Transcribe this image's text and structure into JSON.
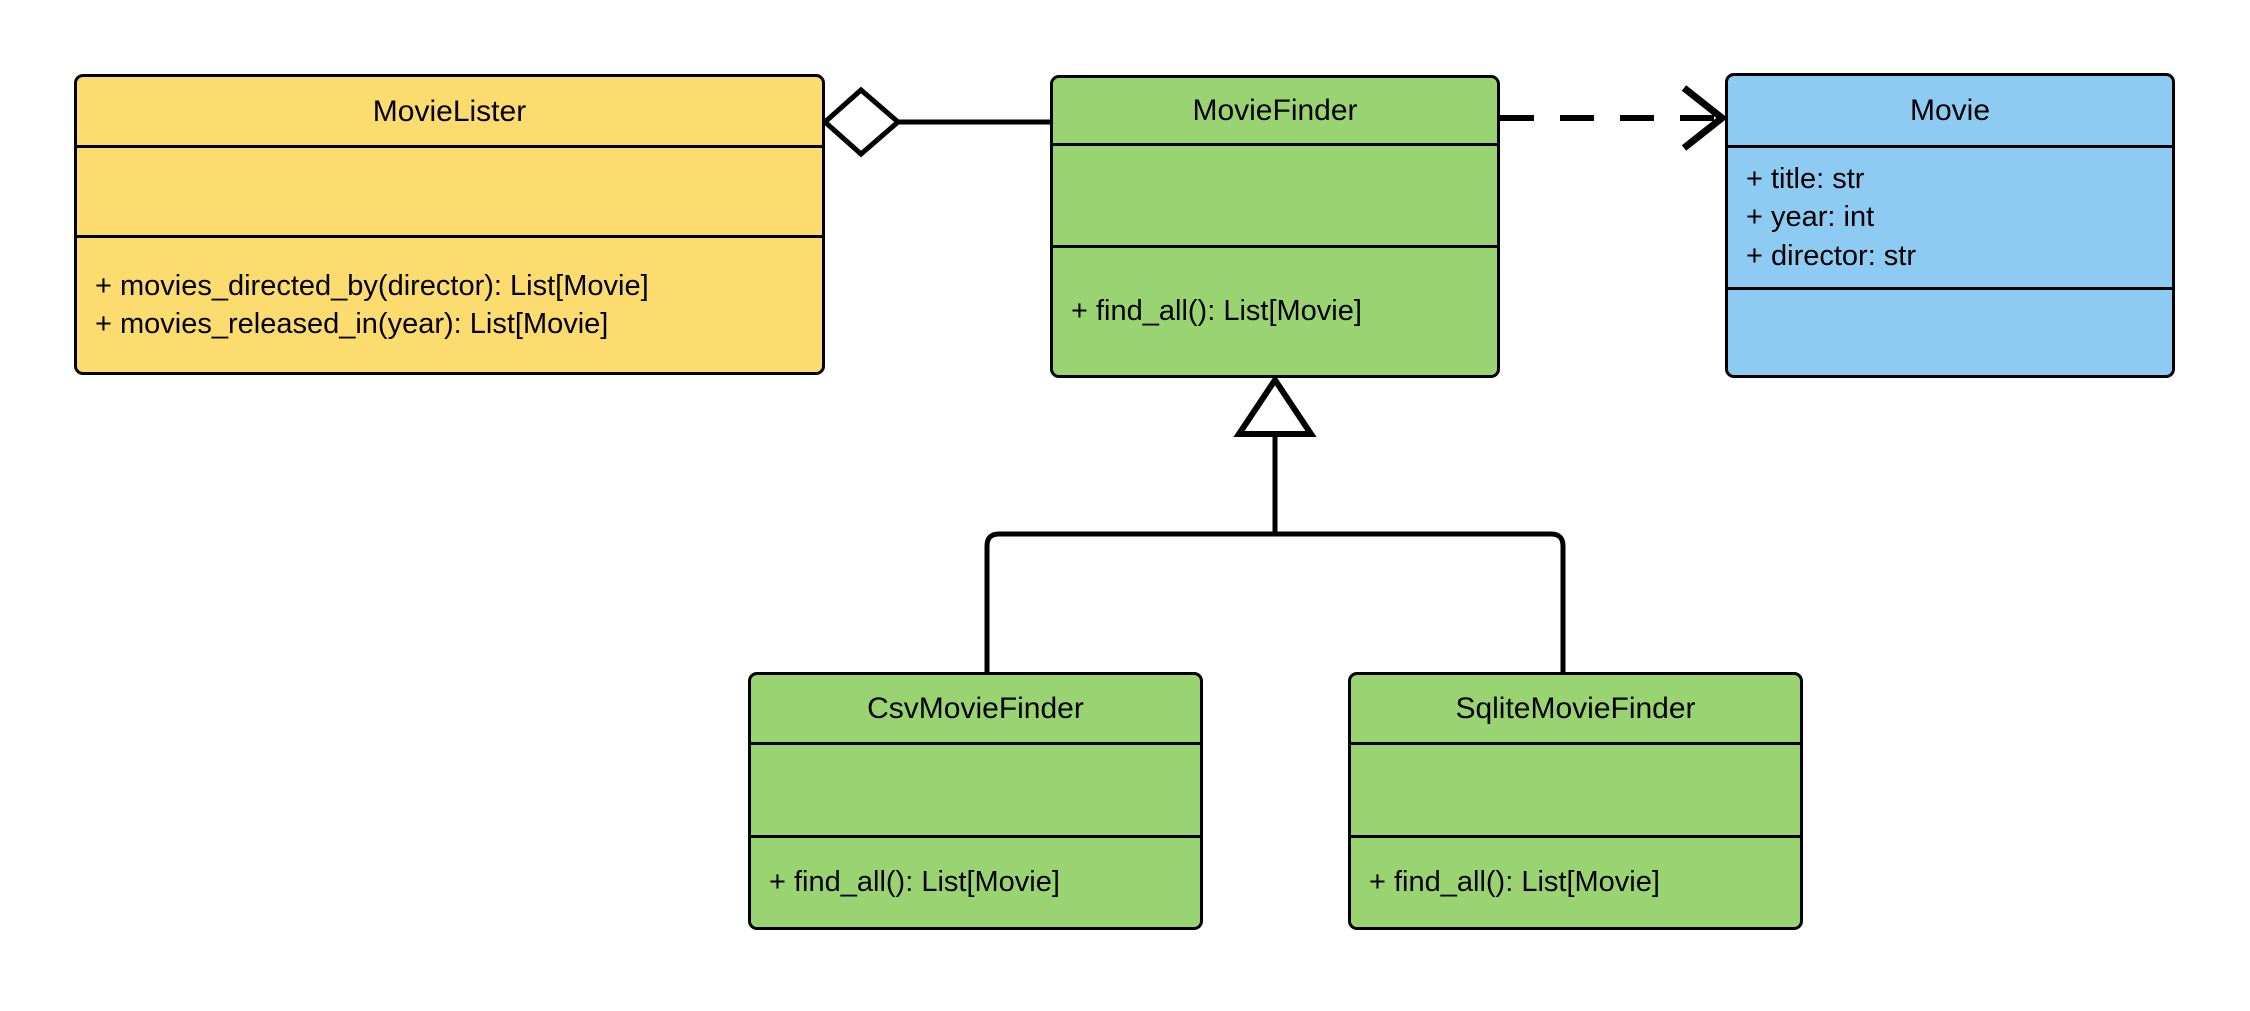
{
  "diagram": {
    "kind": "uml-class-diagram",
    "background": "#ffffff",
    "line_color": "#000000",
    "palette": {
      "yellow": "#fcdc6e",
      "green": "#9ad472",
      "blue": "#8ecbf2",
      "stroke": "#000000"
    }
  },
  "classes": {
    "movie_lister": {
      "name": "MovieLister",
      "fill": "#fcdc6e",
      "attributes": [],
      "methods": [
        "+ movies_directed_by(director): List[Movie]",
        "+ movies_released_in(year): List[Movie]"
      ]
    },
    "movie_finder": {
      "name": "MovieFinder",
      "fill": "#9ad472",
      "attributes": [],
      "methods": [
        "+ find_all(): List[Movie]"
      ]
    },
    "movie": {
      "name": "Movie",
      "fill": "#8ecbf2",
      "attributes": [
        "+ title: str",
        "+ year: int",
        "+ director: str"
      ],
      "methods": []
    },
    "csv_movie_finder": {
      "name": "CsvMovieFinder",
      "fill": "#9ad472",
      "attributes": [],
      "methods": [
        "+ find_all(): List[Movie]"
      ]
    },
    "sqlite_movie_finder": {
      "name": "SqliteMovieFinder",
      "fill": "#9ad472",
      "attributes": [],
      "methods": [
        "+ find_all(): List[Movie]"
      ]
    }
  },
  "relationships": [
    {
      "id": "aggregation-lister-finder",
      "type": "aggregation",
      "source": "MovieLister",
      "target": "MovieFinder",
      "style": "solid",
      "source_marker": "hollow-diamond",
      "target_marker": "none"
    },
    {
      "id": "dependency-finder-movie",
      "type": "dependency",
      "source": "MovieFinder",
      "target": "Movie",
      "style": "dashed",
      "source_marker": "none",
      "target_marker": "open-arrow"
    },
    {
      "id": "generalization-csv-finder",
      "type": "generalization",
      "source": "CsvMovieFinder",
      "target": "MovieFinder",
      "style": "solid",
      "source_marker": "none",
      "target_marker": "hollow-triangle"
    },
    {
      "id": "generalization-sqlite-finder",
      "type": "generalization",
      "source": "SqliteMovieFinder",
      "target": "MovieFinder",
      "style": "solid",
      "source_marker": "none",
      "target_marker": "hollow-triangle"
    }
  ]
}
